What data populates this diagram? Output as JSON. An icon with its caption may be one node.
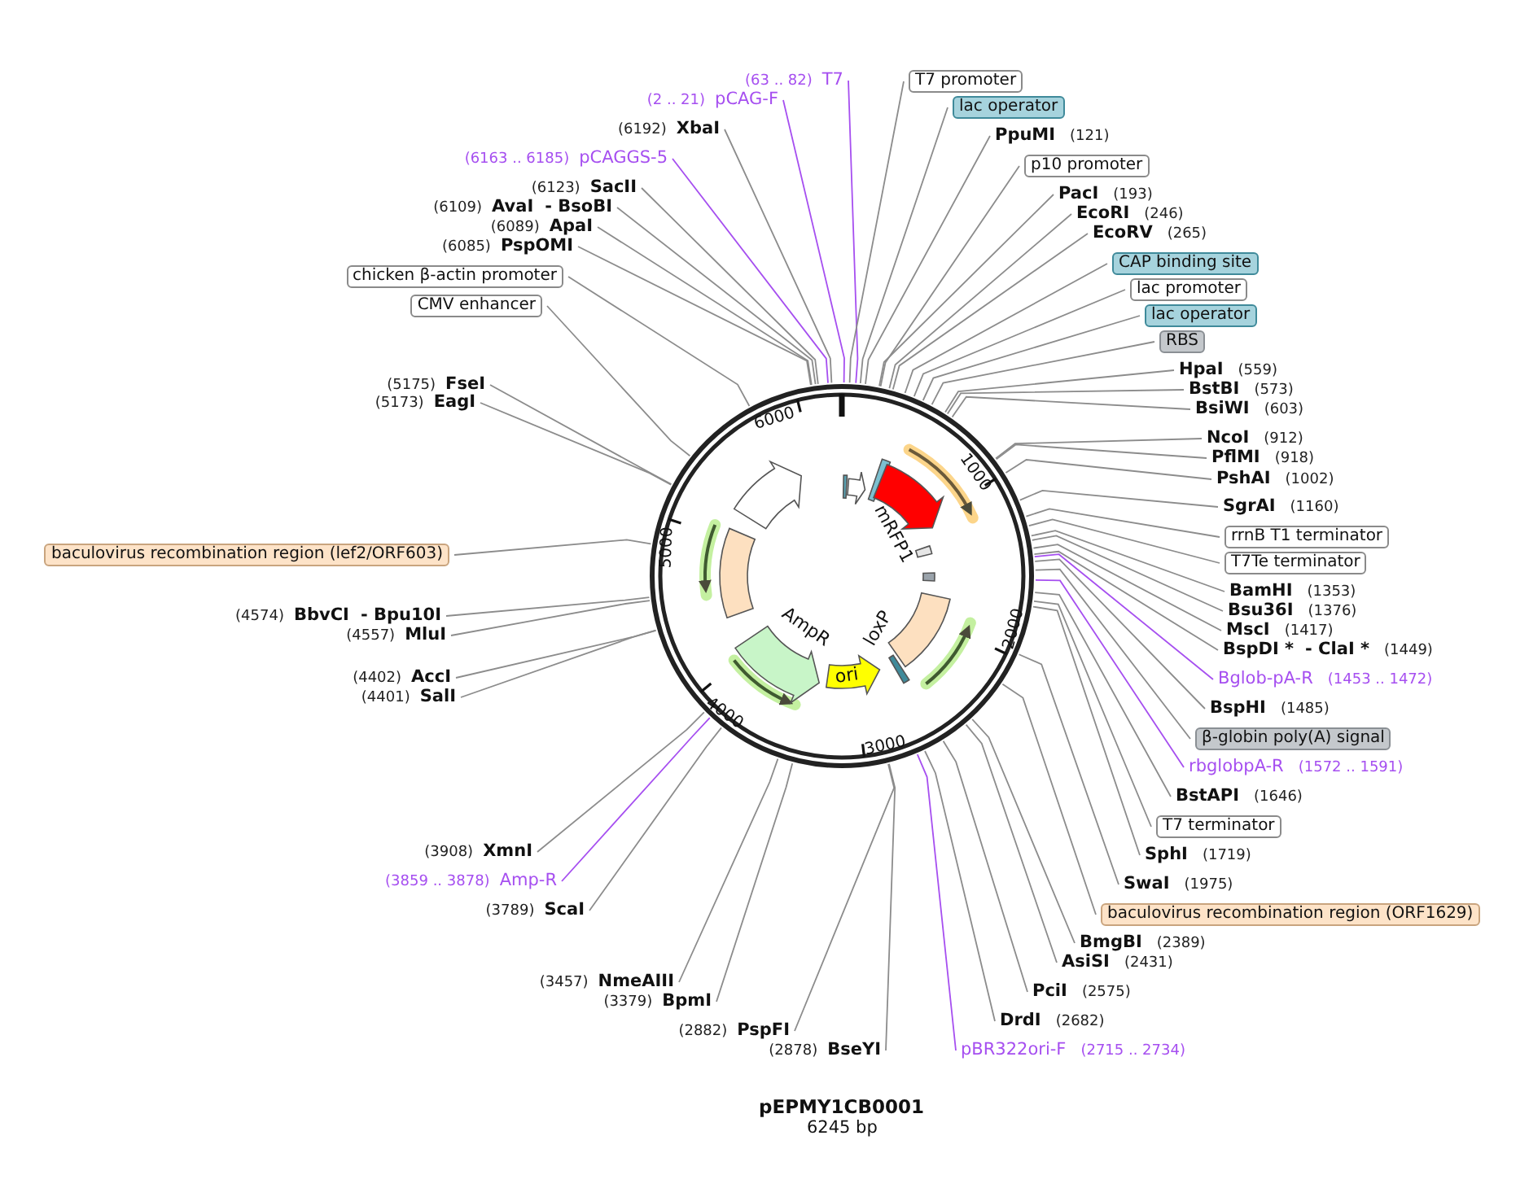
{
  "diagram": {
    "title": "pEPMY1CB0001",
    "caption": "6245 bp",
    "nodes": [
      {
        "text": [],
        "shape": "circle"
      },
      {
        "text": [
          "mRFP1"
        ],
        "in": 0
      },
      {
        "text": [
          "loxP"
        ],
        "in": 0
      },
      {
        "text": [
          "ori"
        ],
        "in": 0
      },
      {
        "text": [
          "AmpR"
        ],
        "in": 0
      },
      {
        "text": [
          "(63 .. 82)",
          "T7"
        ]
      },
      {
        "text": [
          "T7 promoter"
        ]
      },
      {
        "text": [
          "lac operator"
        ]
      },
      {
        "text": [
          "PpuMI",
          "(121)"
        ]
      },
      {
        "text": [
          "p10 promoter"
        ]
      },
      {
        "text": [
          "PacI",
          "(193)"
        ]
      },
      {
        "text": [
          "EcoRI",
          "(246)"
        ]
      },
      {
        "text": [
          "EcoRV",
          "(265)"
        ]
      },
      {
        "text": [
          "CAP binding site"
        ]
      },
      {
        "text": [
          "lac promoter"
        ]
      },
      {
        "text": [
          "lac operator"
        ]
      },
      {
        "text": [
          "RBS"
        ]
      },
      {
        "text": [
          "HpaI",
          "(559)"
        ]
      },
      {
        "text": [
          "BstBI",
          "(573)"
        ]
      },
      {
        "text": [
          "BsiWI",
          "(603)"
        ]
      },
      {
        "text": [
          "NcoI",
          "(912)"
        ]
      },
      {
        "text": [
          "PflMI",
          "(918)"
        ]
      },
      {
        "text": [
          "PshAI",
          "(1002)"
        ]
      },
      {
        "text": [
          "SgrAI",
          "(1160)"
        ]
      },
      {
        "text": [
          "rrnB T1 terminator"
        ]
      },
      {
        "text": [
          "T7Te terminator"
        ]
      },
      {
        "text": [
          "BamHI",
          "(1353)"
        ]
      },
      {
        "text": [
          "Bsu36I",
          "(1376)"
        ]
      },
      {
        "text": [
          "MscI",
          "(1417)"
        ]
      },
      {
        "text": [
          "BspDI *",
          "- ClaI *",
          "(1449)"
        ]
      },
      {
        "text": [
          "Bglob-pA-R",
          "(1453 .. 1472)"
        ]
      },
      {
        "text": [
          "BspHI",
          "(1485)"
        ]
      },
      {
        "text": [
          "β-globin poly(A) signal"
        ]
      },
      {
        "text": [
          "rbglobpA-R",
          "(1572 .. 1591)"
        ]
      },
      {
        "text": [
          "BstAPI",
          "(1646)"
        ]
      },
      {
        "text": [
          "T7 terminator"
        ]
      },
      {
        "text": [
          "SphI",
          "(1719)"
        ]
      },
      {
        "text": [
          "SwaI",
          "(1975)"
        ]
      },
      {
        "text": [
          "baculovirus recombination region (ORF1629)"
        ]
      },
      {
        "text": [
          "BmgBI",
          "(2389)"
        ]
      },
      {
        "text": [
          "AsiSI",
          "(2431)"
        ]
      },
      {
        "text": [
          "PciI",
          "(2575)"
        ]
      },
      {
        "text": [
          "DrdI",
          "(2682)"
        ]
      },
      {
        "text": [
          "pBR322ori-F",
          "(2715 .. 2734)"
        ]
      },
      {
        "text": [
          "(2878)",
          "BseYI"
        ]
      },
      {
        "text": [
          "(2882)",
          "PspFI"
        ]
      },
      {
        "text": [
          "(3379)",
          "BpmI"
        ]
      },
      {
        "text": [
          "(3457)",
          "NmeAIII"
        ]
      },
      {
        "text": [
          "(3789)",
          "ScaI"
        ]
      },
      {
        "text": [
          "(3859 .. 3878)",
          "Amp-R"
        ]
      },
      {
        "text": [
          "(3908)",
          "XmnI"
        ]
      },
      {
        "text": [
          "(4401)",
          "SalI"
        ]
      },
      {
        "text": [
          "(4402)",
          "AccI"
        ]
      },
      {
        "text": [
          "(4557)",
          "MluI"
        ]
      },
      {
        "text": [
          "(4574)",
          "BbvCI",
          "- Bpu10I"
        ]
      },
      {
        "text": [
          "baculovirus recombination region (lef2/ORF603)"
        ]
      },
      {
        "text": [
          "(5173)",
          "EagI"
        ]
      },
      {
        "text": [
          "(5175)",
          "FseI"
        ]
      },
      {
        "text": [
          "CMV enhancer"
        ]
      },
      {
        "text": [
          "chicken β-actin promoter"
        ]
      },
      {
        "text": [
          "(6085)",
          "PspOMI"
        ]
      },
      {
        "text": [
          "(6089)",
          "ApaI"
        ]
      },
      {
        "text": [
          "(6109)",
          "AvaI",
          "- BsoBI"
        ]
      },
      {
        "text": [
          "(6123)",
          "SacII"
        ]
      },
      {
        "text": [
          "(6163 .. 6185)",
          "pCAGGS-5"
        ]
      },
      {
        "text": [
          "(6192)",
          "XbaI"
        ]
      },
      {
        "text": [
          "(2 .. 21)",
          "pCAG-F"
        ]
      }
    ],
    "edges": [
      {
        "from": 5,
        "to": 0,
        "arrow": "none",
        "color": "#a64ff0"
      },
      {
        "from": 6,
        "to": 0,
        "arrow": "none"
      },
      {
        "from": 7,
        "to": 0,
        "arrow": "none"
      },
      {
        "from": 8,
        "to": 0,
        "arrow": "none"
      },
      {
        "from": 9,
        "to": 0,
        "arrow": "none"
      },
      {
        "from": 10,
        "to": 0,
        "arrow": "none"
      },
      {
        "from": 11,
        "to": 0,
        "arrow": "none"
      },
      {
        "from": 12,
        "to": 0,
        "arrow": "none"
      },
      {
        "from": 13,
        "to": 0,
        "arrow": "none"
      },
      {
        "from": 14,
        "to": 0,
        "arrow": "none"
      },
      {
        "from": 15,
        "to": 0,
        "arrow": "none"
      },
      {
        "from": 16,
        "to": 0,
        "arrow": "none"
      },
      {
        "from": 17,
        "to": 0,
        "arrow": "none"
      },
      {
        "from": 18,
        "to": 0,
        "arrow": "none"
      },
      {
        "from": 19,
        "to": 0,
        "arrow": "none"
      },
      {
        "from": 20,
        "to": 0,
        "arrow": "none"
      },
      {
        "from": 21,
        "to": 0,
        "arrow": "none"
      },
      {
        "from": 22,
        "to": 0,
        "arrow": "none"
      },
      {
        "from": 23,
        "to": 0,
        "arrow": "none"
      },
      {
        "from": 24,
        "to": 0,
        "arrow": "none"
      },
      {
        "from": 25,
        "to": 0,
        "arrow": "none"
      },
      {
        "from": 26,
        "to": 0,
        "arrow": "none"
      },
      {
        "from": 27,
        "to": 0,
        "arrow": "none"
      },
      {
        "from": 28,
        "to": 0,
        "arrow": "none"
      },
      {
        "from": 29,
        "to": 0,
        "arrow": "none"
      },
      {
        "from": 30,
        "to": 0,
        "arrow": "none",
        "color": "#a64ff0"
      },
      {
        "from": 31,
        "to": 0,
        "arrow": "none"
      },
      {
        "from": 32,
        "to": 0,
        "arrow": "none"
      },
      {
        "from": 33,
        "to": 0,
        "arrow": "none",
        "color": "#a64ff0"
      },
      {
        "from": 34,
        "to": 0,
        "arrow": "none"
      },
      {
        "from": 35,
        "to": 0,
        "arrow": "none"
      },
      {
        "from": 36,
        "to": 0,
        "arrow": "none"
      },
      {
        "from": 37,
        "to": 0,
        "arrow": "none"
      },
      {
        "from": 38,
        "to": 0,
        "arrow": "none"
      },
      {
        "from": 39,
        "to": 0,
        "arrow": "none"
      },
      {
        "from": 40,
        "to": 0,
        "arrow": "none"
      },
      {
        "from": 41,
        "to": 0,
        "arrow": "none"
      },
      {
        "from": 42,
        "to": 0,
        "arrow": "none"
      },
      {
        "from": 43,
        "to": 0,
        "arrow": "none",
        "color": "#a64ff0"
      },
      {
        "from": 44,
        "to": 0,
        "arrow": "none"
      },
      {
        "from": 45,
        "to": 0,
        "arrow": "none"
      },
      {
        "from": 46,
        "to": 0,
        "arrow": "none"
      },
      {
        "from": 47,
        "to": 0,
        "arrow": "none"
      },
      {
        "from": 48,
        "to": 0,
        "arrow": "none"
      },
      {
        "from": 49,
        "to": 0,
        "arrow": "none",
        "color": "#a64ff0"
      },
      {
        "from": 50,
        "to": 0,
        "arrow": "none"
      },
      {
        "from": 51,
        "to": 0,
        "arrow": "none"
      },
      {
        "from": 52,
        "to": 0,
        "arrow": "none"
      },
      {
        "from": 53,
        "to": 0,
        "arrow": "none"
      },
      {
        "from": 54,
        "to": 0,
        "arrow": "none"
      },
      {
        "from": 55,
        "to": 0,
        "arrow": "none"
      },
      {
        "from": 56,
        "to": 0,
        "arrow": "none"
      },
      {
        "from": 57,
        "to": 0,
        "arrow": "none"
      },
      {
        "from": 58,
        "to": 0,
        "arrow": "none"
      },
      {
        "from": 59,
        "to": 0,
        "arrow": "none"
      },
      {
        "from": 60,
        "to": 0,
        "arrow": "none"
      },
      {
        "from": 61,
        "to": 0,
        "arrow": "none"
      },
      {
        "from": 62,
        "to": 0,
        "arrow": "none"
      },
      {
        "from": 63,
        "to": 0,
        "arrow": "none"
      },
      {
        "from": 64,
        "to": 0,
        "arrow": "none",
        "color": "#a64ff0"
      },
      {
        "from": 65,
        "to": 0,
        "arrow": "none"
      },
      {
        "from": 66,
        "to": 0,
        "arrow": "none",
        "color": "#a64ff0"
      }
    ],
    "labels": [
      "1000",
      "2000",
      "3000",
      "4000",
      "5000",
      "6000"
    ]
  }
}
